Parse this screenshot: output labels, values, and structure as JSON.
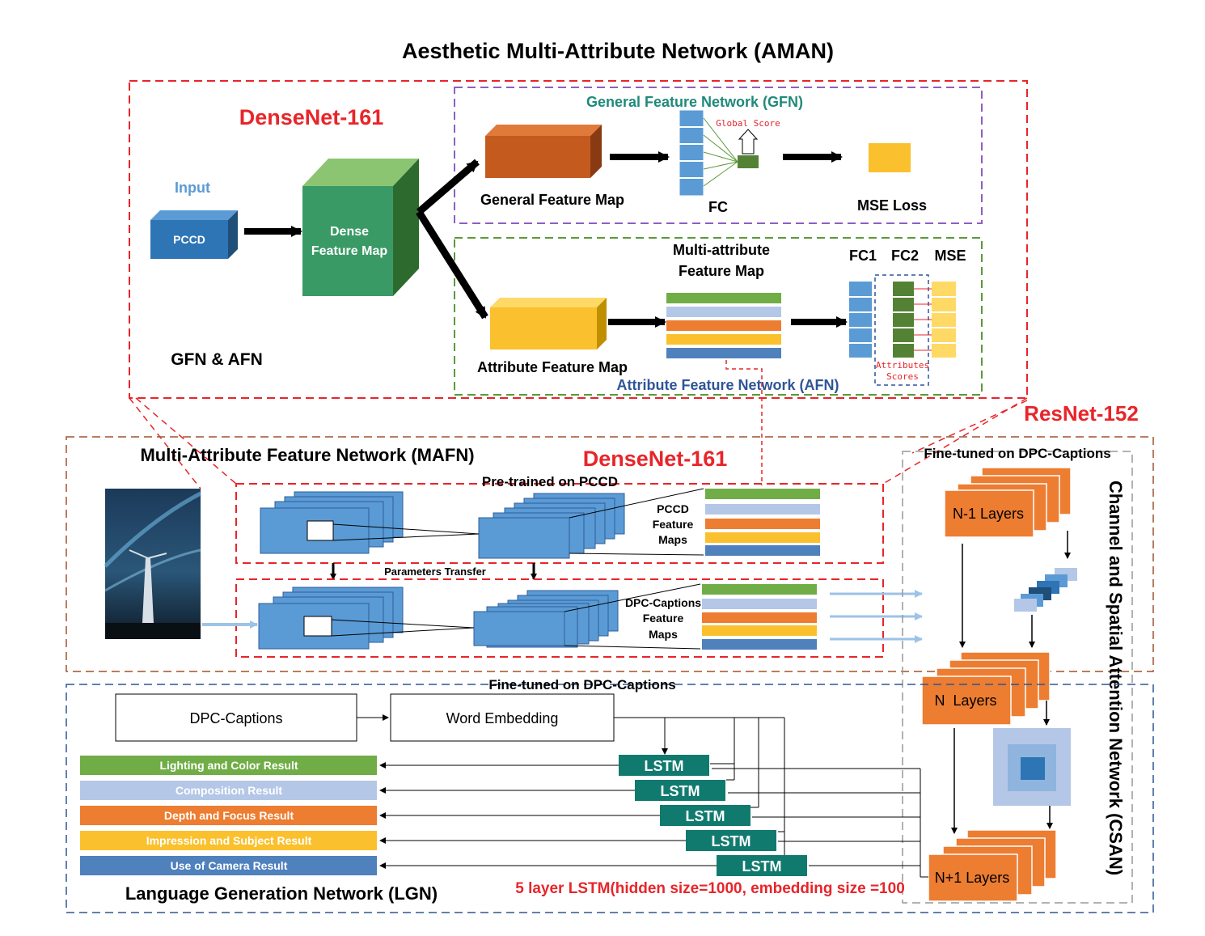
{
  "title": "Aesthetic Multi-Attribute Network (AMAN)",
  "top": {
    "backbone": "DenseNet-161",
    "input_label": "Input",
    "input_box": "PCCD",
    "dense_line1": "Dense",
    "dense_line2": "Feature Map",
    "section_label": "GFN & AFN",
    "gfn": {
      "title": "General Feature Network (GFN)",
      "feature_map": "General Feature Map",
      "global_score": "Global Score",
      "fc": "FC",
      "loss": "MSE Loss"
    },
    "afn": {
      "title": "Attribute Feature Network (AFN)",
      "feature_map": "Attribute Feature Map",
      "multi_line1": "Multi-attribute",
      "multi_line2": "Feature Map",
      "fc1": "FC1",
      "fc2": "FC2",
      "mse": "MSE",
      "attr_line1": "Attributes",
      "attr_line2": "Scores"
    }
  },
  "mafn": {
    "title": "Multi-Attribute Feature Network (MAFN)",
    "backbone": "DenseNet-161",
    "pretrained": "Pre-trained on PCCD",
    "pccd_line1": "PCCD",
    "pccd_line2": "Feature",
    "pccd_line3": "Maps",
    "transfer": "Parameters Transfer",
    "dpc_line1": "DPC-Captions",
    "dpc_line2": "Feature",
    "dpc_line3": "Maps"
  },
  "csan": {
    "backbone": "ResNet-152",
    "finetuned": "Fine-tuned on DPC-Captions",
    "title": "Channel and Spatial Attention Network (CSAN)",
    "layer_prev": "N-1 Layers",
    "layer_n": "N  Layers",
    "layer_next": "N+1 Layers"
  },
  "lgn": {
    "finetuned": "Fine-tuned on DPC-Captions",
    "dpc_box": "DPC-Captions",
    "embedding_box": "Word Embedding",
    "title": "Language Generation Network (LGN)",
    "lstm_label": "LSTM",
    "config": "5 layer LSTM(hidden size=1000, embedding size =100",
    "results": [
      {
        "label": "Lighting and Color Result",
        "color": "#70ad47"
      },
      {
        "label": "Composition Result",
        "color": "#b4c7e7"
      },
      {
        "label": "Depth and Focus Result",
        "color": "#ed7d31"
      },
      {
        "label": "Impression and Subject Result",
        "color": "#fbc02d"
      },
      {
        "label": "Use of Camera Result",
        "color": "#4f81bd"
      }
    ]
  },
  "colors": {
    "red": "#e8252a",
    "teal": "#1f8a7a",
    "blue": "#5b9bd5",
    "orange": "#ed7d31",
    "green": "#70ad47",
    "light_blue": "#b4c7e7",
    "yellow": "#fbc02d",
    "steel": "#4f81bd",
    "brown_orange": "#c55a1f",
    "lstm_teal": "#117a6f"
  }
}
